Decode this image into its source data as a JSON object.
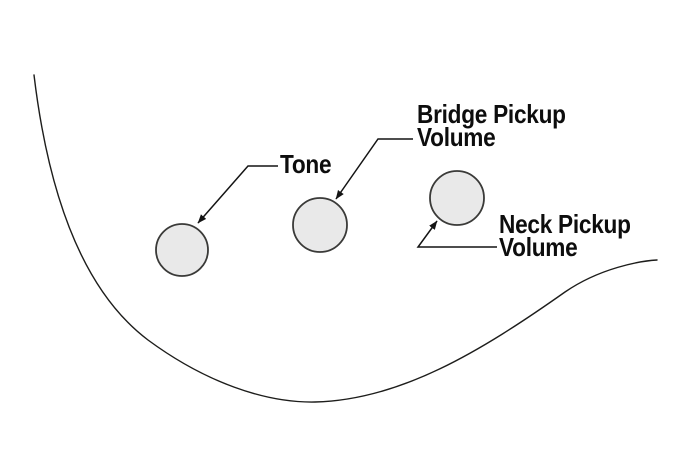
{
  "colors": {
    "background": "#ffffff",
    "line": "#1d1d1b",
    "knob_fill": "#e9e9e9",
    "knob_stroke": "#3a3a38",
    "text": "#0d0d0d"
  },
  "labels": {
    "tone": "Tone",
    "bridge": {
      "line1": "Bridge Pickup",
      "line2": "Volume"
    },
    "neck": {
      "line1": "Neck Pickup",
      "line2": "Volume"
    }
  },
  "knobs": [
    {
      "id": "tone",
      "label": "Tone"
    },
    {
      "id": "bridge-pickup-volume",
      "label": "Bridge Pickup Volume"
    },
    {
      "id": "neck-pickup-volume",
      "label": "Neck Pickup Volume"
    }
  ]
}
